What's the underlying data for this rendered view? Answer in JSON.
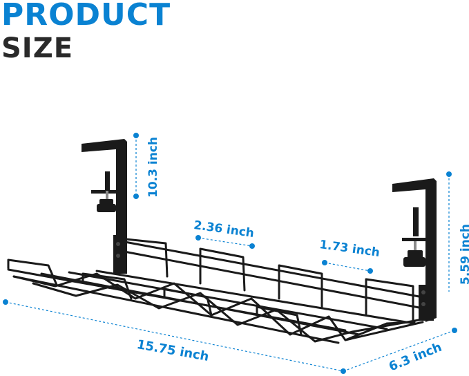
{
  "heading": {
    "line1": "PRODUCT",
    "line2": "SIZE"
  },
  "colors": {
    "accent": "#0a82d2",
    "heading_dark": "#2a2a2a",
    "product": "#1a1a1a",
    "background": "#ffffff"
  },
  "dimensions": {
    "clamp_height": "10.3 inch",
    "slot_width_left": "2.36 inch",
    "slot_width_right": "1.73 inch",
    "total_height": "5.59 inch",
    "length": "15.75 inch",
    "depth": "6.3 inch"
  },
  "product": {
    "name": "under-desk-cable-management-tray",
    "icon": "wire-basket-with-clamps"
  }
}
